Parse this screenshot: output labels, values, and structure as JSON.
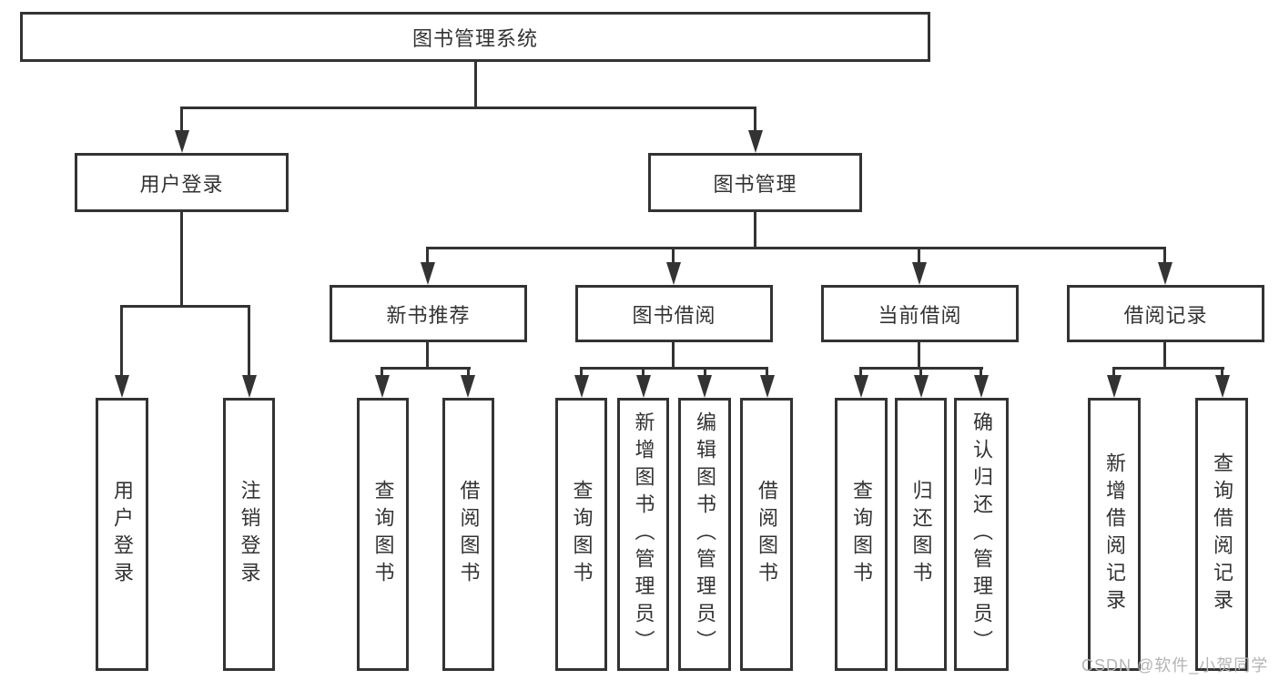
{
  "nodes": {
    "root": "图书管理系统",
    "l2_user_login": "用户登录",
    "l2_book_mgmt": "图书管理",
    "l3_new_book": "新书推荐",
    "l3_borrow": "图书借阅",
    "l3_current": "当前借阅",
    "l3_records": "借阅记录",
    "l4_user_login": "用户登录",
    "l4_logout": "注销登录",
    "l4_nb_query": "查询图书",
    "l4_nb_borrow": "借阅图书",
    "l4_bb_query": "查询图书",
    "l4_bb_add": "新增图书（管理员）",
    "l4_bb_edit": "编辑图书（管理员）",
    "l4_bb_borrow": "借阅图书",
    "l4_cb_query": "查询图书",
    "l4_cb_return": "归还图书",
    "l4_cb_confirm": "确认归还（管理员）",
    "l4_br_add": "新增借阅记录",
    "l4_br_query": "查询借阅记录"
  },
  "watermark": "CSDN @软件_小贺同学",
  "colors": {
    "line": "#333333",
    "text": "#333333",
    "watermark": "#b4b4b4"
  }
}
